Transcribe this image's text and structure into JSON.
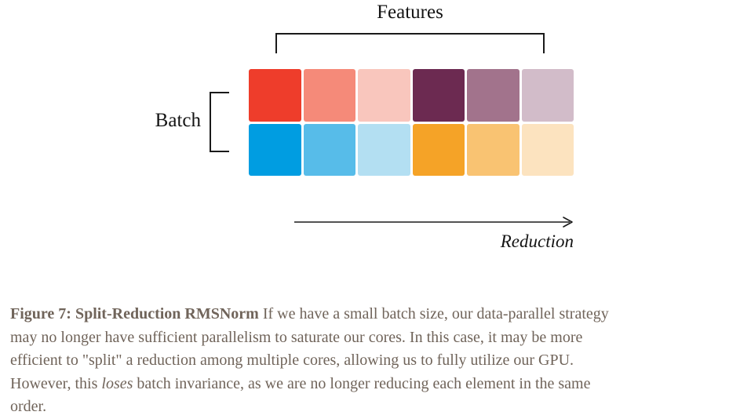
{
  "figure": {
    "features_label": "Features",
    "batch_label": "Batch",
    "reduction_label": "Reduction",
    "bracket_color": "#1a1a1a",
    "grid": {
      "rows": 2,
      "cols": 6,
      "row_colors": [
        [
          "#ee3d2b",
          "#f58a79",
          "#f9c6bd",
          "#6c2a51",
          "#a2738c",
          "#d2bcc9"
        ],
        [
          "#009de1",
          "#57bce9",
          "#b3dff2",
          "#f5a327",
          "#f9c372",
          "#fce3bf"
        ]
      ]
    }
  },
  "caption": {
    "text_color": "#70645a",
    "lead_bold": "Figure 7: Split-Reduction RMSNorm",
    "line1_rest": " If we have a small batch size, our data-parallel strategy",
    "line2": "may no longer have sufficient parallelism to saturate our cores. In this case, it may be more",
    "line3": "efficient to \"split\" a reduction among multiple cores, allowing us to fully utilize our GPU.",
    "line4_pre": "However, this ",
    "line4_italic": "loses",
    "line4_post": " batch invariance, as we are no longer reducing each element in the same",
    "line5": "order."
  }
}
